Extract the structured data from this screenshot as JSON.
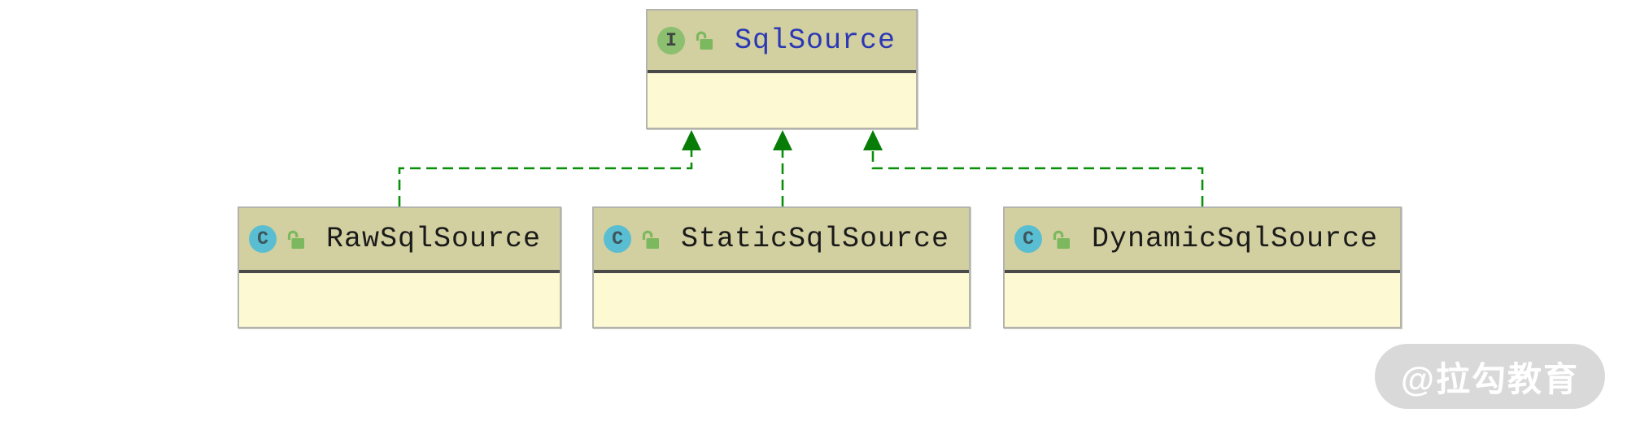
{
  "diagram": {
    "interface_node": {
      "kind_letter": "I",
      "name": "SqlSource",
      "visibility": "public"
    },
    "class_nodes": [
      {
        "kind_letter": "C",
        "name": "RawSqlSource",
        "visibility": "public"
      },
      {
        "kind_letter": "C",
        "name": "StaticSqlSource",
        "visibility": "public"
      },
      {
        "kind_letter": "C",
        "name": "DynamicSqlSource",
        "visibility": "public"
      }
    ],
    "relations": [
      {
        "from": "RawSqlSource",
        "to": "SqlSource",
        "type": "implements"
      },
      {
        "from": "StaticSqlSource",
        "to": "SqlSource",
        "type": "implements"
      },
      {
        "from": "DynamicSqlSource",
        "to": "SqlSource",
        "type": "implements"
      }
    ],
    "colors": {
      "node_header_bg": "#d2cfa0",
      "node_body_bg": "#fdf9d2",
      "node_border": "#b4b4ae",
      "header_separator": "#4a4a4a",
      "interface_icon_bg": "#8cbf70",
      "class_icon_bg": "#59bed2",
      "lock_icon_green": "#7cb85e",
      "interface_name_text": "#2a38b4",
      "class_name_text": "#1a1a1a",
      "edge_green": "#0b8f0b",
      "arrow_green": "#077d07",
      "watermark_bg": "#d9d9d9",
      "watermark_text": "#ffffff"
    }
  },
  "watermark": {
    "text": "@拉勾教育"
  }
}
